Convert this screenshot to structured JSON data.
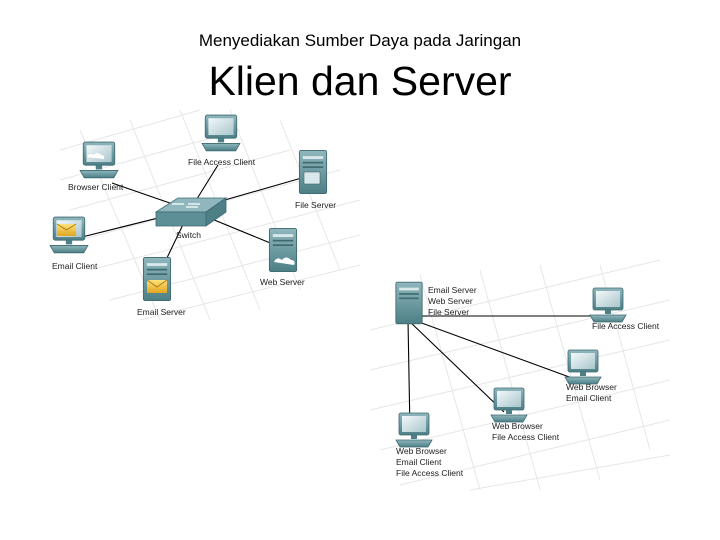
{
  "slide": {
    "subtitle": "Menyediakan Sumber Daya pada Jaringan",
    "title": "Klien dan Server"
  },
  "diagram1": {
    "switch": "Switch",
    "nodes": {
      "file_access_client": "File Access Client",
      "browser_client": "Browser Client",
      "file_server": "File Server",
      "email_client": "Email Client",
      "web_server": "Web Server",
      "email_server": "Email Server"
    }
  },
  "diagram2": {
    "server_roles": [
      "Email Server",
      "Web Server",
      "File Server"
    ],
    "client_right": [
      "File Access Client"
    ],
    "client_mid_right": [
      "Web Browser",
      "Email Client"
    ],
    "client_center": [
      "Web Browser",
      "File Access Client"
    ],
    "client_bottom": [
      "Web Browser",
      "Email Client",
      "File Access Client"
    ]
  },
  "colors": {
    "device_teal": "#5d8f96",
    "screen": "#dde9ec",
    "link": "#000000",
    "grid": "#cfd3d8"
  }
}
